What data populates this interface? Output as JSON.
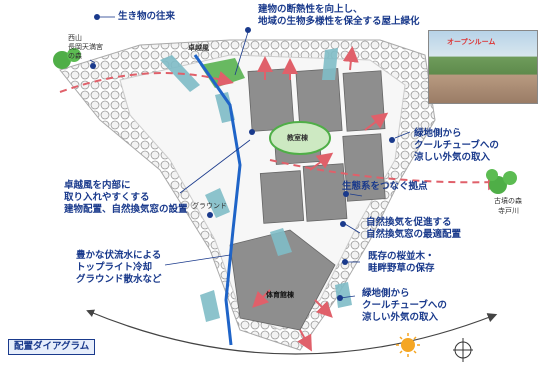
{
  "labels": {
    "ikimono": "生き物の往来",
    "roof_line1": "建物の断熱性を向上し、",
    "roof_line2": "地域の生物多様性を保全する屋上緑化",
    "nishiyama_line1": "西山",
    "nishiyama_line2": "長岡天満宮",
    "nishiyama_line3": "の森",
    "takuetsu": "卓越風",
    "kyoshitsu": "教室棟",
    "midori1_line1": "緑地側から",
    "midori1_line2": "クールチューブへの",
    "midori1_line3": "涼しい外気の取入",
    "seitaikei": "生態系をつなぐ拠点",
    "kokyo_line1": "古墳の森",
    "kokyo_line2": "寺戸川",
    "takuetsu_inner_line1": "卓越風を内部に",
    "takuetsu_inner_line2": "取り入れやすくする",
    "takuetsu_inner_line3": "建物配置、自然換気窓の設置",
    "ground": "グラウンド",
    "shizen_line1": "自然換気を促進する",
    "shizen_line2": "自然換気窓の最適配置",
    "fukuryu_line1": "豊かな伏流水による",
    "fukuryu_line2": "トップライト冷却",
    "fukuryu_line3": "グラウンド散水など",
    "sakura_line1": "既存の桜並木・",
    "sakura_line2": "畦畔野草の保存",
    "taiikukan": "体育館棟",
    "midori2_line1": "緑地側から",
    "midori2_line2": "クールチューブへの",
    "midori2_line3": "涼しい外気の取入",
    "legend": "配置ダイアグラム",
    "photo_caption": "オープンルーム"
  },
  "colors": {
    "label_text": "#1a3a8c",
    "wind_arrow": "#e0606a",
    "water_line": "#1f64c8",
    "arrow_teal": "#7fbcc7",
    "building": "#8e8e8e",
    "green": "#4fae47",
    "sun": "#f5a623"
  },
  "icons": [
    "sun-icon",
    "compass-north-icon",
    "tree-icon"
  ]
}
